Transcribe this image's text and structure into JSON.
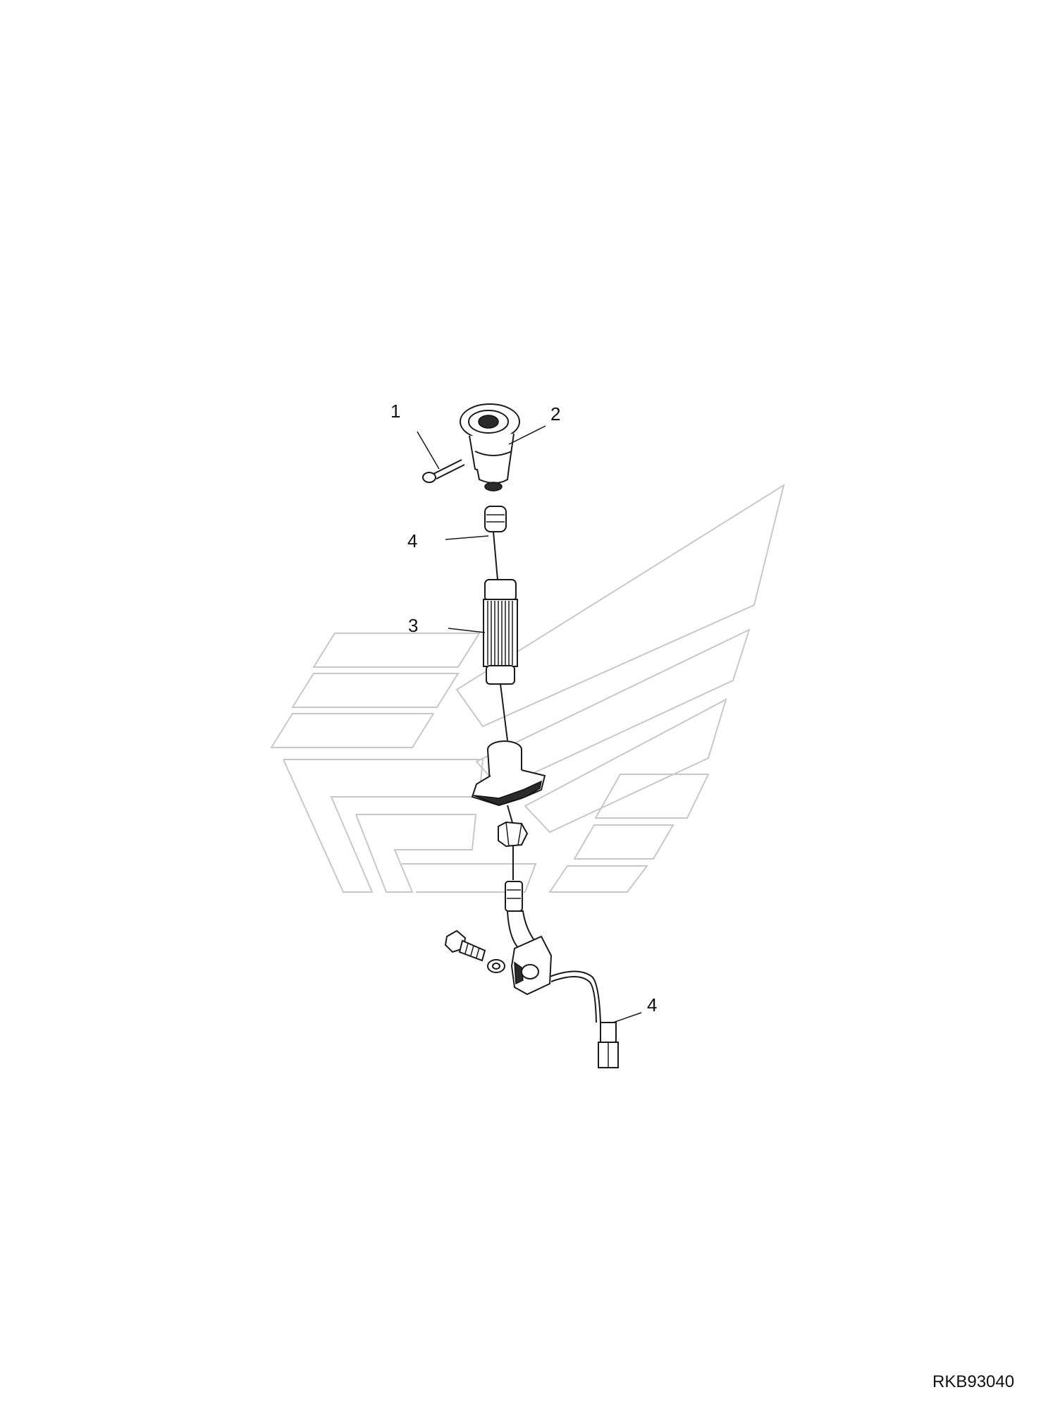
{
  "callouts": {
    "c1": "1",
    "c2": "2",
    "c3": "3",
    "c4_top": "4",
    "c4_bottom": "4"
  },
  "reference_code": "RKB93040",
  "colors": {
    "line": "#1a1a1a",
    "watermark": "#c8c8c8",
    "background": "#ffffff"
  }
}
